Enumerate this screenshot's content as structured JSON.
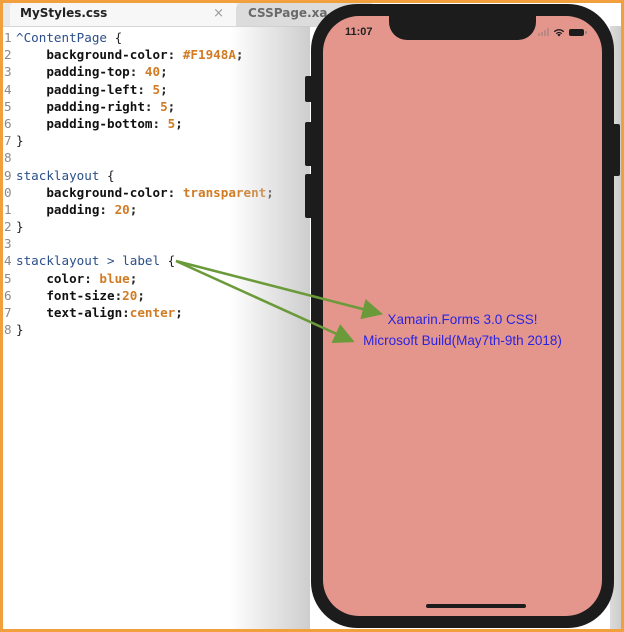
{
  "editor": {
    "tabs": [
      {
        "label": "MyStyles.css",
        "active": true,
        "close_glyph": "×"
      },
      {
        "label": "CSSPage.xa",
        "active": false
      }
    ],
    "lines": [
      {
        "num": "1",
        "tokens": [
          {
            "t": "^ContentPage",
            "c": "sel"
          },
          {
            "t": " {",
            "c": "brace"
          }
        ]
      },
      {
        "num": "2",
        "tokens": [
          {
            "t": "    background-color",
            "c": "prop"
          },
          {
            "t": ": ",
            "c": "punc"
          },
          {
            "t": "#F1948A",
            "c": "val"
          },
          {
            "t": ";",
            "c": "punc"
          }
        ]
      },
      {
        "num": "3",
        "tokens": [
          {
            "t": "    padding-top",
            "c": "prop"
          },
          {
            "t": ": ",
            "c": "punc"
          },
          {
            "t": "40",
            "c": "val"
          },
          {
            "t": ";",
            "c": "punc"
          }
        ]
      },
      {
        "num": "4",
        "tokens": [
          {
            "t": "    padding-left",
            "c": "prop"
          },
          {
            "t": ": ",
            "c": "punc"
          },
          {
            "t": "5",
            "c": "val"
          },
          {
            "t": ";",
            "c": "punc"
          }
        ]
      },
      {
        "num": "5",
        "tokens": [
          {
            "t": "    padding-right",
            "c": "prop"
          },
          {
            "t": ": ",
            "c": "punc"
          },
          {
            "t": "5",
            "c": "val"
          },
          {
            "t": ";",
            "c": "punc"
          }
        ]
      },
      {
        "num": "6",
        "tokens": [
          {
            "t": "    padding-bottom",
            "c": "prop"
          },
          {
            "t": ": ",
            "c": "punc"
          },
          {
            "t": "5",
            "c": "val"
          },
          {
            "t": ";",
            "c": "punc"
          }
        ]
      },
      {
        "num": "7",
        "tokens": [
          {
            "t": "}",
            "c": "brace"
          }
        ]
      },
      {
        "num": "8",
        "tokens": []
      },
      {
        "num": "9",
        "tokens": [
          {
            "t": "stacklayout",
            "c": "sel"
          },
          {
            "t": " {",
            "c": "brace"
          }
        ]
      },
      {
        "num": "0",
        "tokens": [
          {
            "t": "    background-color",
            "c": "prop"
          },
          {
            "t": ": ",
            "c": "punc"
          },
          {
            "t": "transparent",
            "c": "val"
          },
          {
            "t": ";",
            "c": "punc"
          }
        ]
      },
      {
        "num": "1",
        "tokens": [
          {
            "t": "    padding",
            "c": "prop"
          },
          {
            "t": ": ",
            "c": "punc"
          },
          {
            "t": "20",
            "c": "val"
          },
          {
            "t": ";",
            "c": "punc"
          }
        ]
      },
      {
        "num": "2",
        "tokens": [
          {
            "t": "}",
            "c": "brace"
          }
        ]
      },
      {
        "num": "3",
        "tokens": []
      },
      {
        "num": "4",
        "tokens": [
          {
            "t": "stacklayout > label",
            "c": "sel"
          },
          {
            "t": " {",
            "c": "brace"
          }
        ]
      },
      {
        "num": "5",
        "tokens": [
          {
            "t": "    color",
            "c": "prop"
          },
          {
            "t": ": ",
            "c": "punc"
          },
          {
            "t": "blue",
            "c": "val"
          },
          {
            "t": ";",
            "c": "punc"
          }
        ]
      },
      {
        "num": "6",
        "tokens": [
          {
            "t": "    font-size",
            "c": "prop"
          },
          {
            "t": ":",
            "c": "punc"
          },
          {
            "t": "20",
            "c": "val"
          },
          {
            "t": ";",
            "c": "punc"
          }
        ]
      },
      {
        "num": "7",
        "tokens": [
          {
            "t": "    text-align",
            "c": "prop"
          },
          {
            "t": ":",
            "c": "punc"
          },
          {
            "t": "center",
            "c": "val"
          },
          {
            "t": ";",
            "c": "punc"
          }
        ]
      },
      {
        "num": "8",
        "tokens": [
          {
            "t": "}",
            "c": "brace"
          }
        ]
      }
    ]
  },
  "phone": {
    "status_time": "11:07",
    "status_icons": [
      "signal-icon",
      "wifi-icon",
      "battery-icon"
    ],
    "background_color": "#E4968D",
    "labels": [
      "Xamarin.Forms 3.0 CSS!",
      "Microsoft Build(May7th-9th 2018)"
    ],
    "label_color": "#2a24e0"
  },
  "annotation": {
    "arrow_color": "#6b9a3a",
    "arrows": [
      {
        "from": "stacklayout-label-selector",
        "to": "label-1"
      },
      {
        "from": "stacklayout-label-selector",
        "to": "label-2"
      }
    ]
  },
  "colors": {
    "frame": "#F2A03D",
    "selector": "#2b4f8a",
    "value": "#d17b24"
  }
}
